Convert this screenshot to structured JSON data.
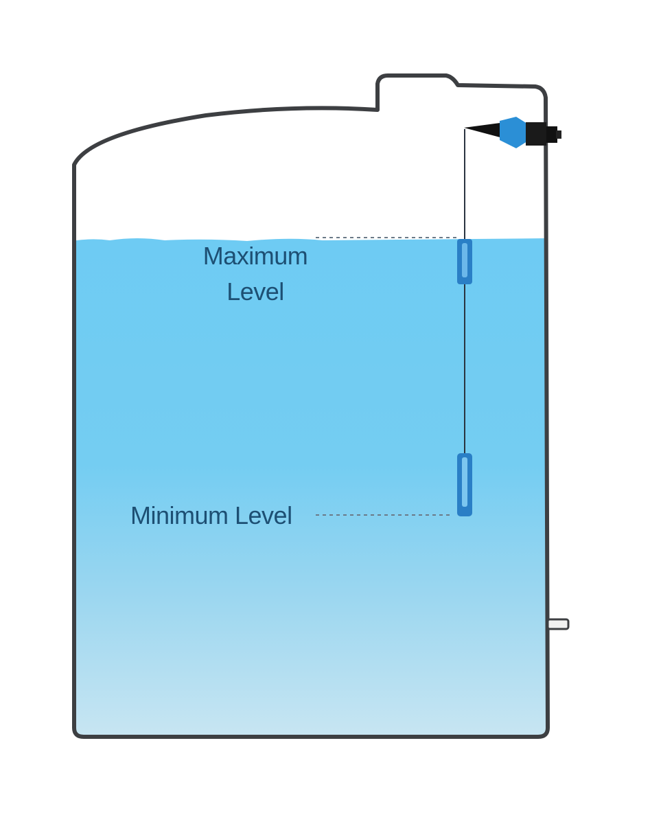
{
  "diagram": {
    "type": "tank-float-switch-level",
    "labels": {
      "maximum_line1": "Maximum",
      "maximum_line2": "Level",
      "minimum": "Minimum Level"
    },
    "colors": {
      "water_top": "#6ecbf3",
      "water_mid": "#7ccdf0",
      "water_bottom": "#c9e6f2",
      "tank_outline": "#3d3f42",
      "label_text": "#1d4f73",
      "float_blue": "#2a7fc6",
      "switch_body": "#2b8fd6",
      "switch_dark": "#111111",
      "background": "#ffffff"
    },
    "components": [
      {
        "name": "tank",
        "description": "vertical tank with domed top and raised inlet"
      },
      {
        "name": "float-switch-mount",
        "description": "blue/black fitting on right tank wall"
      },
      {
        "name": "upper-float",
        "level": "maximum"
      },
      {
        "name": "lower-float",
        "level": "minimum"
      },
      {
        "name": "outlet-port",
        "description": "small nozzle on lower right side"
      }
    ]
  }
}
